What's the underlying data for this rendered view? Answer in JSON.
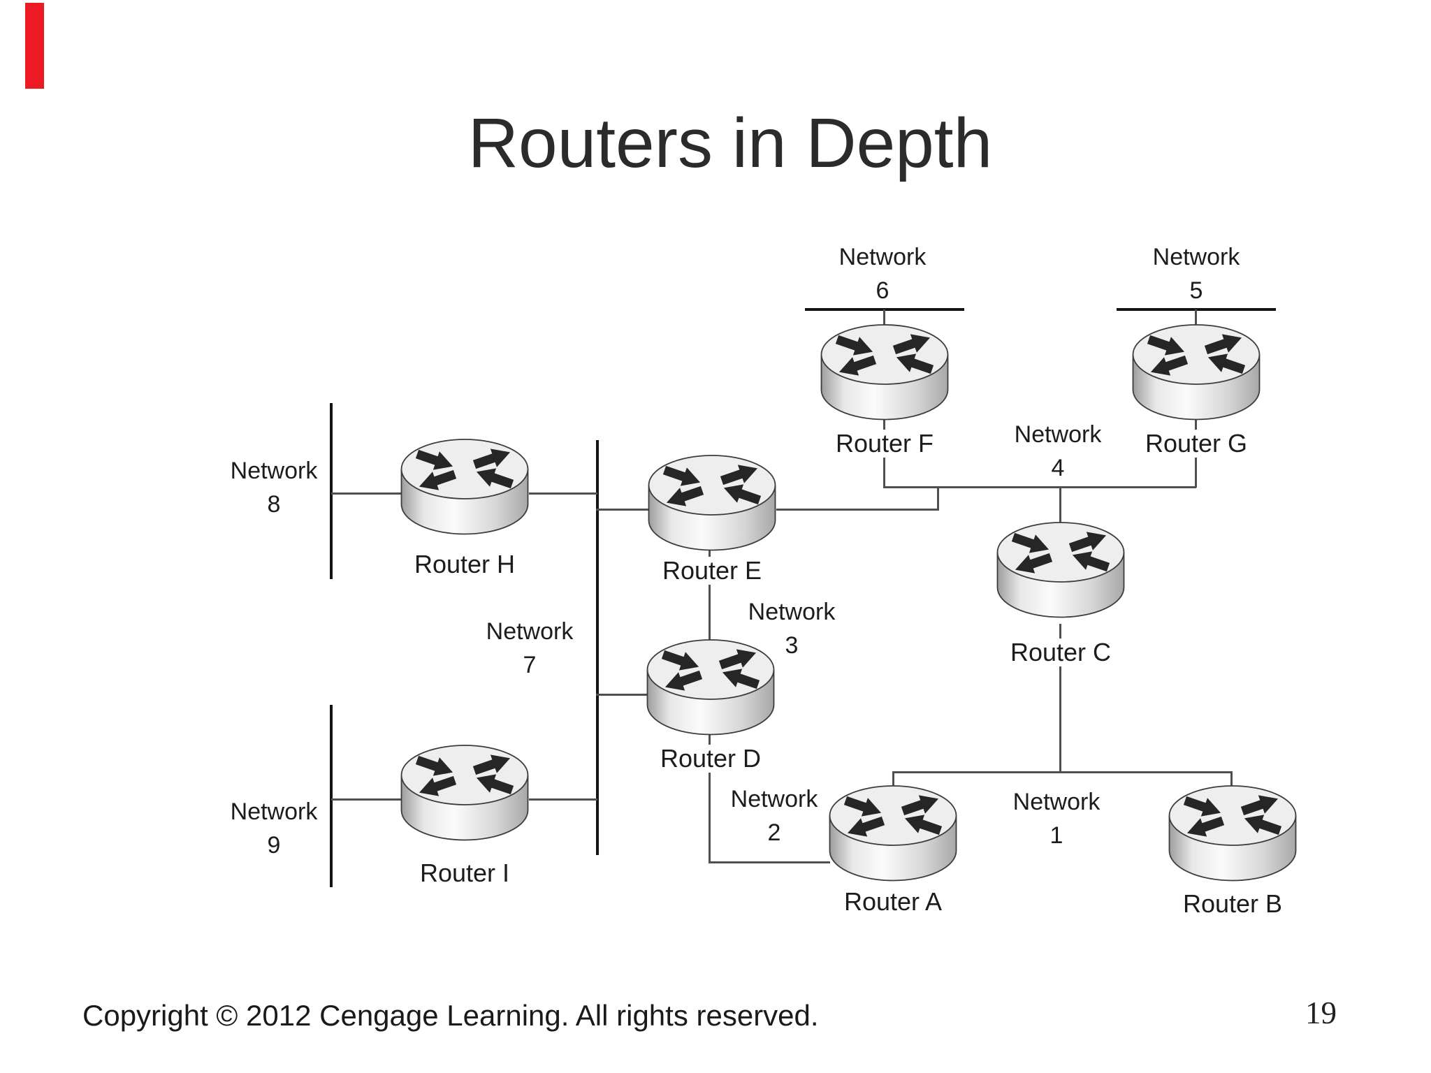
{
  "slide": {
    "title": "Routers in Depth",
    "footer": "Copyright © 2012 Cengage Learning. All rights reserved.",
    "page_number": "19",
    "accent_color": "#ec1b23"
  },
  "diagram": {
    "routers": [
      {
        "id": "A",
        "label": "Router A"
      },
      {
        "id": "B",
        "label": "Router B"
      },
      {
        "id": "C",
        "label": "Router C"
      },
      {
        "id": "D",
        "label": "Router D"
      },
      {
        "id": "E",
        "label": "Router E"
      },
      {
        "id": "F",
        "label": "Router F"
      },
      {
        "id": "G",
        "label": "Router G"
      },
      {
        "id": "H",
        "label": "Router H"
      },
      {
        "id": "I",
        "label": "Router I"
      }
    ],
    "networks": [
      {
        "id": "1",
        "word": "Network",
        "number": "1"
      },
      {
        "id": "2",
        "word": "Network",
        "number": "2"
      },
      {
        "id": "3",
        "word": "Network",
        "number": "3"
      },
      {
        "id": "4",
        "word": "Network",
        "number": "4"
      },
      {
        "id": "5",
        "word": "Network",
        "number": "5"
      },
      {
        "id": "6",
        "word": "Network",
        "number": "6"
      },
      {
        "id": "7",
        "word": "Network",
        "number": "7"
      },
      {
        "id": "8",
        "word": "Network",
        "number": "8"
      },
      {
        "id": "9",
        "word": "Network",
        "number": "9"
      }
    ]
  }
}
